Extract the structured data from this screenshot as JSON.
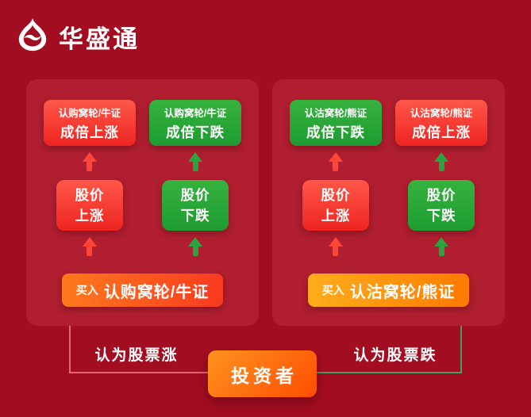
{
  "brand": {
    "name": "华盛通"
  },
  "icons": {
    "logo": "flame-icon",
    "arrows": "up-arrow-icon"
  },
  "colors": {
    "background": "#A30D21",
    "panel": "#B01E30",
    "red_box_top": "#FF5848",
    "red_box_bottom": "#EE2420",
    "green_box_top": "#36B23E",
    "green_box_bottom": "#1E9C31",
    "arrow_red": "#FF4438",
    "arrow_green": "#2AA341",
    "action_left_start": "#FF7A1C",
    "action_left_end": "#F93A20",
    "action_right_start": "#FFAD1C",
    "action_right_end": "#FF7A00",
    "investor_start": "#FF9320",
    "investor_end": "#FF4D00",
    "left_line": "#E26771",
    "right_line": "#3FA35B"
  },
  "panels": [
    {
      "columns": [
        {
          "outcome": {
            "line1": "认购窝轮/牛证",
            "line2": "成倍上涨"
          },
          "condition": {
            "line1": "股价",
            "line2": "上涨"
          }
        },
        {
          "outcome": {
            "line1": "认购窝轮/牛证",
            "line2": "成倍下跌"
          },
          "condition": {
            "line1": "股价",
            "line2": "下跌"
          }
        }
      ],
      "action": {
        "prefix": "买入",
        "label": "认购窝轮/牛证"
      }
    },
    {
      "columns": [
        {
          "outcome": {
            "line1": "认沽窝轮/熊证",
            "line2": "成倍下跌"
          },
          "condition": {
            "line1": "股价",
            "line2": "上涨"
          }
        },
        {
          "outcome": {
            "line1": "认沽窝轮/熊证",
            "line2": "成倍上涨"
          },
          "condition": {
            "line1": "股价",
            "line2": "下跌"
          }
        }
      ],
      "action": {
        "prefix": "买入",
        "label": "认沽窝轮/熊证"
      }
    }
  ],
  "investor": {
    "label": "投资者"
  },
  "beliefs": {
    "left": "认为股票涨",
    "right": "认为股票跌"
  }
}
